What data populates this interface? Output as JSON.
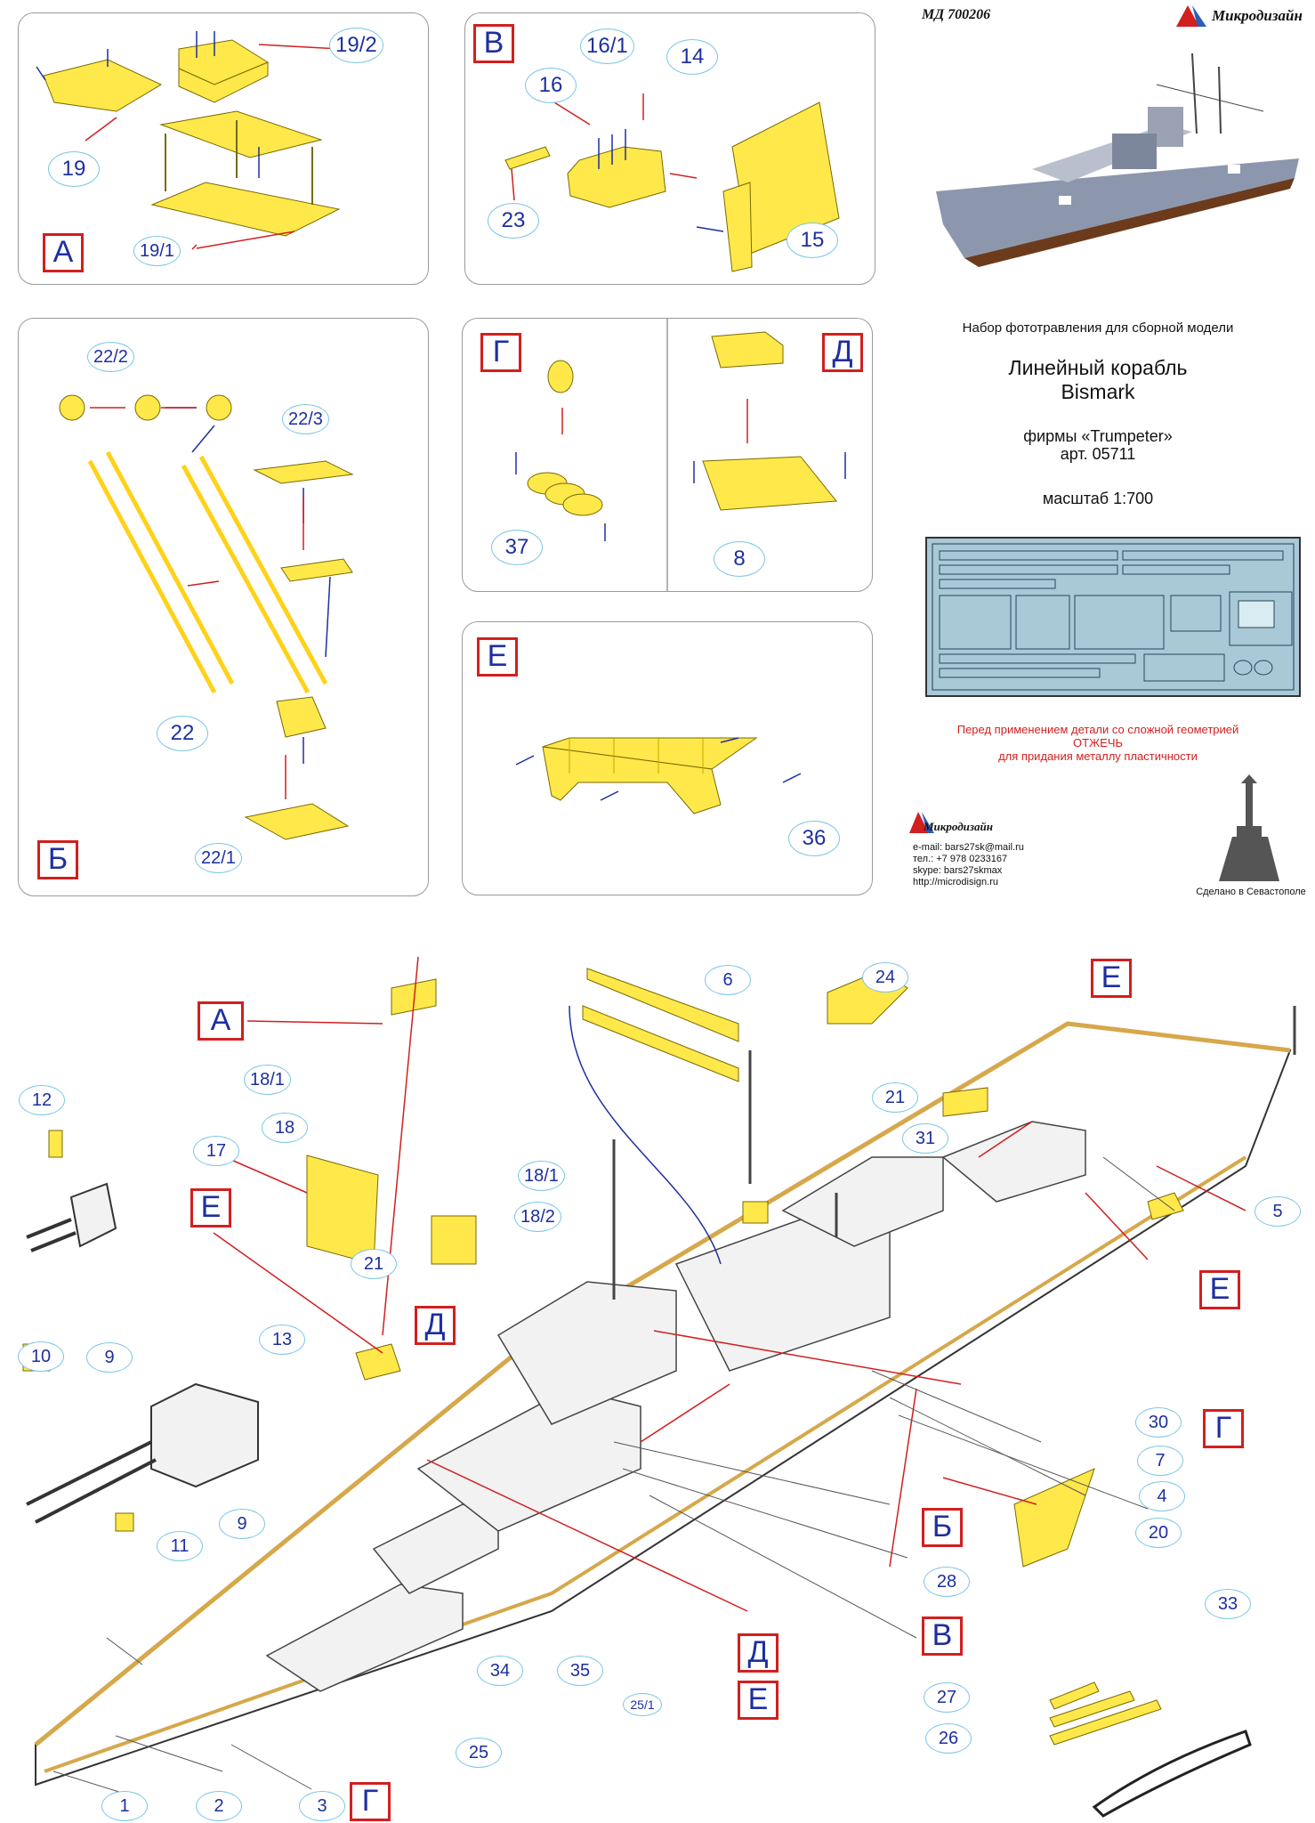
{
  "header": {
    "product_code": "МД 700206",
    "brand": "Микродизайн"
  },
  "info": {
    "subtitle": "Набор фототравления для сборной модели",
    "ship_type_line1": "Линейный корабль",
    "ship_type_line2": "Bismark",
    "firm_line1": "фирмы «Trumpeter»",
    "firm_line2": "арт. 05711",
    "scale": "масштаб 1:700",
    "warning_line1": "Перед применением детали со сложной геометрией",
    "warning_line2": "ОТЖЕЧЬ",
    "warning_line3": "для придания металлу пластичности",
    "brand_small": "Микродизайн",
    "email": "e-mail: bars27sk@mail.ru",
    "phone": "тел.: +7 978 0233167",
    "skype": "skype: bars27skmax",
    "website": "http://microdisign.ru",
    "made_in": "Сделано в Севастополе"
  },
  "panels": {
    "A": {
      "letter": "А",
      "labels": [
        "19/2",
        "19",
        "19/1"
      ]
    },
    "V": {
      "letter": "В",
      "labels": [
        "16/1",
        "14",
        "16",
        "23",
        "15"
      ]
    },
    "B": {
      "letter": "Б",
      "labels": [
        "22/2",
        "22/3",
        "22",
        "22/1"
      ]
    },
    "G": {
      "letter": "Г",
      "labels": [
        "37"
      ]
    },
    "D": {
      "letter": "Д",
      "labels": [
        "8"
      ]
    },
    "E": {
      "letter": "Е",
      "labels": [
        "36"
      ]
    }
  },
  "main": {
    "letters": {
      "A": "А",
      "E": "Е",
      "D": "Д",
      "B": "Б",
      "V": "В",
      "G": "Г"
    },
    "labels": {
      "l6": "6",
      "l24": "24",
      "l12": "12",
      "l17": "17",
      "l18_1a": "18/1",
      "l18": "18",
      "l18_1b": "18/1",
      "l18_2": "18/2",
      "l21a": "21",
      "l21b": "21",
      "l31": "31",
      "l5": "5",
      "l10": "10",
      "l9a": "9",
      "l13": "13",
      "l9b": "9",
      "l11": "11",
      "l30": "30",
      "l7": "7",
      "l4": "4",
      "l20": "20",
      "l28": "28",
      "l27": "27",
      "l26": "26",
      "l33": "33",
      "l34": "34",
      "l35": "35",
      "l25_1": "25/1",
      "l25": "25",
      "l1": "1",
      "l2": "2",
      "l3": "3"
    }
  },
  "colors": {
    "part_yellow": "#ffe84a",
    "letter_border": "#d21f1f",
    "letter_text": "#1d2fa0",
    "oval_border": "#7ac6e6",
    "arrow_red": "#d21f1f",
    "arrow_blue": "#1d2fa0",
    "hull_lower": "#6b3b1c",
    "hull_upper": "#8c97ad",
    "fret_blue": "#a9c9d7"
  }
}
